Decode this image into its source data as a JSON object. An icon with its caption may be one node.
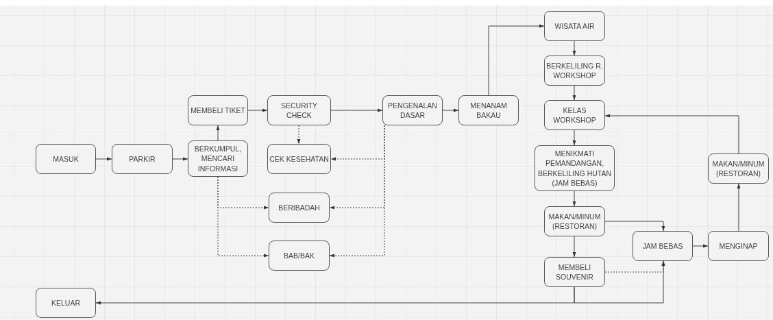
{
  "diagram": {
    "nodes": [
      {
        "text": [
          "MASUK"
        ]
      },
      {
        "text": [
          "PARKIR"
        ]
      },
      {
        "text": [
          "BERKUMPUL, MENCARI INFORMASI"
        ]
      },
      {
        "text": [
          "MEMBELI TIKET"
        ]
      },
      {
        "text": [
          "SECURITY CHECK"
        ]
      },
      {
        "text": [
          "CEK  KESEHATAN"
        ]
      },
      {
        "text": [
          "BERIBADAH"
        ]
      },
      {
        "text": [
          "BAB/BAK"
        ]
      },
      {
        "text": [
          "PENGENALAN DASAR"
        ]
      },
      {
        "text": [
          "MENANAM BAKAU"
        ]
      },
      {
        "text": [
          "WISATA AIR"
        ]
      },
      {
        "text": [
          "BERKELILING R. WORKSHOP"
        ]
      },
      {
        "text": [
          "KELAS WORKSHOP"
        ]
      },
      {
        "text": [
          "MENIKMATI PEMANDANGAN, BERKELILING HUTAN (JAM BEBAS)"
        ]
      },
      {
        "text": [
          "MAKAN/MINUM (RESTORAN)"
        ]
      },
      {
        "text": [
          "MEMBELI SOUVENIR"
        ]
      },
      {
        "text": [
          "JAM BEBAS"
        ]
      },
      {
        "text": [
          "MENGINAP"
        ]
      },
      {
        "text": [
          "MAKAN/MINUM (RESTORAN)"
        ]
      },
      {
        "text": [
          "KELUAR"
        ]
      }
    ],
    "edges": [
      {
        "from": 0,
        "to": 1,
        "arrow": "to"
      },
      {
        "from": 1,
        "to": 2,
        "arrow": "to"
      },
      {
        "from": 2,
        "to": 3,
        "arrow": "to"
      },
      {
        "from": 3,
        "to": 4,
        "arrow": "to"
      },
      {
        "from": 4,
        "to": 5,
        "arrow": "to",
        "style": "dashed"
      },
      {
        "from": 4,
        "to": 8,
        "arrow": "to"
      },
      {
        "from": 8,
        "to": 5,
        "arrow": "to",
        "style": "dashed"
      },
      {
        "from": 8,
        "to": 6,
        "arrow": "to",
        "style": "dashed"
      },
      {
        "from": 8,
        "to": 7,
        "arrow": "to",
        "style": "dashed"
      },
      {
        "from": 2,
        "to": 6,
        "arrow": "to",
        "style": "dashed"
      },
      {
        "from": 2,
        "to": 7,
        "arrow": "to",
        "style": "dashed"
      },
      {
        "from": 8,
        "to": 9,
        "arrow": "to"
      },
      {
        "from": 9,
        "to": 10,
        "arrow": "to"
      },
      {
        "from": 10,
        "to": 11,
        "arrow": "to"
      },
      {
        "from": 11,
        "to": 12,
        "arrow": "to"
      },
      {
        "from": 12,
        "to": 13,
        "arrow": "to"
      },
      {
        "from": 13,
        "to": 14,
        "arrow": "to"
      },
      {
        "from": 14,
        "to": 16,
        "arrow": "to"
      },
      {
        "from": 14,
        "to": 15,
        "arrow": "to"
      },
      {
        "from": 15,
        "to": 16,
        "arrow": "to",
        "style": "dashed"
      },
      {
        "from": 15,
        "to": 19,
        "arrow": "to"
      },
      {
        "from": 15,
        "to": 16,
        "arrow": "to"
      },
      {
        "from": 16,
        "to": 17,
        "arrow": "to"
      },
      {
        "from": 17,
        "to": 18,
        "arrow": "to"
      },
      {
        "from": 18,
        "to": 12,
        "arrow": "to"
      }
    ]
  }
}
